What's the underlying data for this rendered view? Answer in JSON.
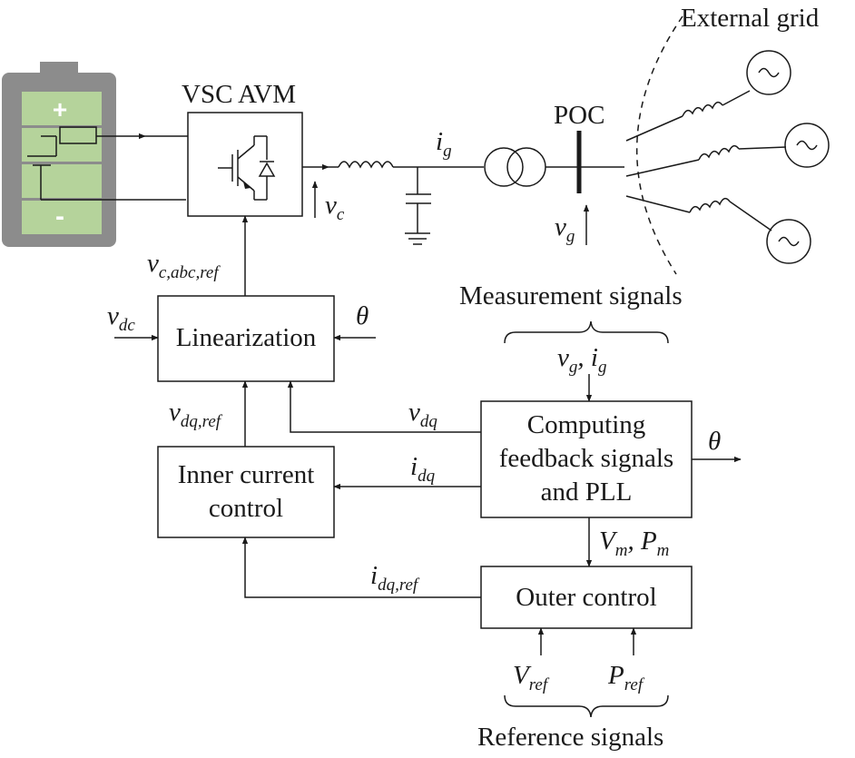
{
  "labels": {
    "external_grid": "External grid",
    "vsc_avm": "VSC AVM",
    "poc": "POC",
    "measurement_signals": "Measurement signals",
    "reference_signals": "Reference signals",
    "battery_plus": "+",
    "battery_minus": "-"
  },
  "blocks": {
    "linearization": "Linearization",
    "inner_current_line1": "Inner current",
    "inner_current_line2": "control",
    "computing_line1": "Computing",
    "computing_line2": "feedback signals",
    "computing_line3": "and PLL",
    "outer_control": "Outer control"
  },
  "signals": {
    "ig": {
      "main": "i",
      "sub": "g"
    },
    "vc": {
      "main": "v",
      "sub": "c"
    },
    "vg": {
      "main": "v",
      "sub": "g"
    },
    "vc_abc_ref": {
      "main": "v",
      "sub": "c,abc,ref"
    },
    "vdc": {
      "main": "v",
      "sub": "dc"
    },
    "theta_in": {
      "main": "θ"
    },
    "theta_out": {
      "main": "θ"
    },
    "meas_v": {
      "main": "v",
      "sub": "g"
    },
    "meas_sep": ", ",
    "meas_i": {
      "main": "i",
      "sub": "g"
    },
    "vdq_ref": {
      "main": "v",
      "sub": "dq,ref"
    },
    "vdq": {
      "main": "v",
      "sub": "dq"
    },
    "idq": {
      "main": "i",
      "sub": "dq"
    },
    "idq_ref": {
      "main": "i",
      "sub": "dq,ref"
    },
    "vm": {
      "main": "V",
      "sub": "m"
    },
    "vm_sep": ", ",
    "pm": {
      "main": "P",
      "sub": "m"
    },
    "vref": {
      "main": "V",
      "sub": "ref"
    },
    "pref": {
      "main": "P",
      "sub": "ref"
    }
  },
  "colors": {
    "battery_body": "#8c8c8c",
    "battery_cell": "#b5d39b",
    "line": "#1a1a1a"
  },
  "icons": {
    "battery": "battery-icon",
    "igbt": "igbt-switch-icon",
    "inductor": "inductor-icon",
    "capacitor": "capacitor-icon",
    "transformer": "transformer-icon",
    "ac_source": "ac-source-icon"
  }
}
